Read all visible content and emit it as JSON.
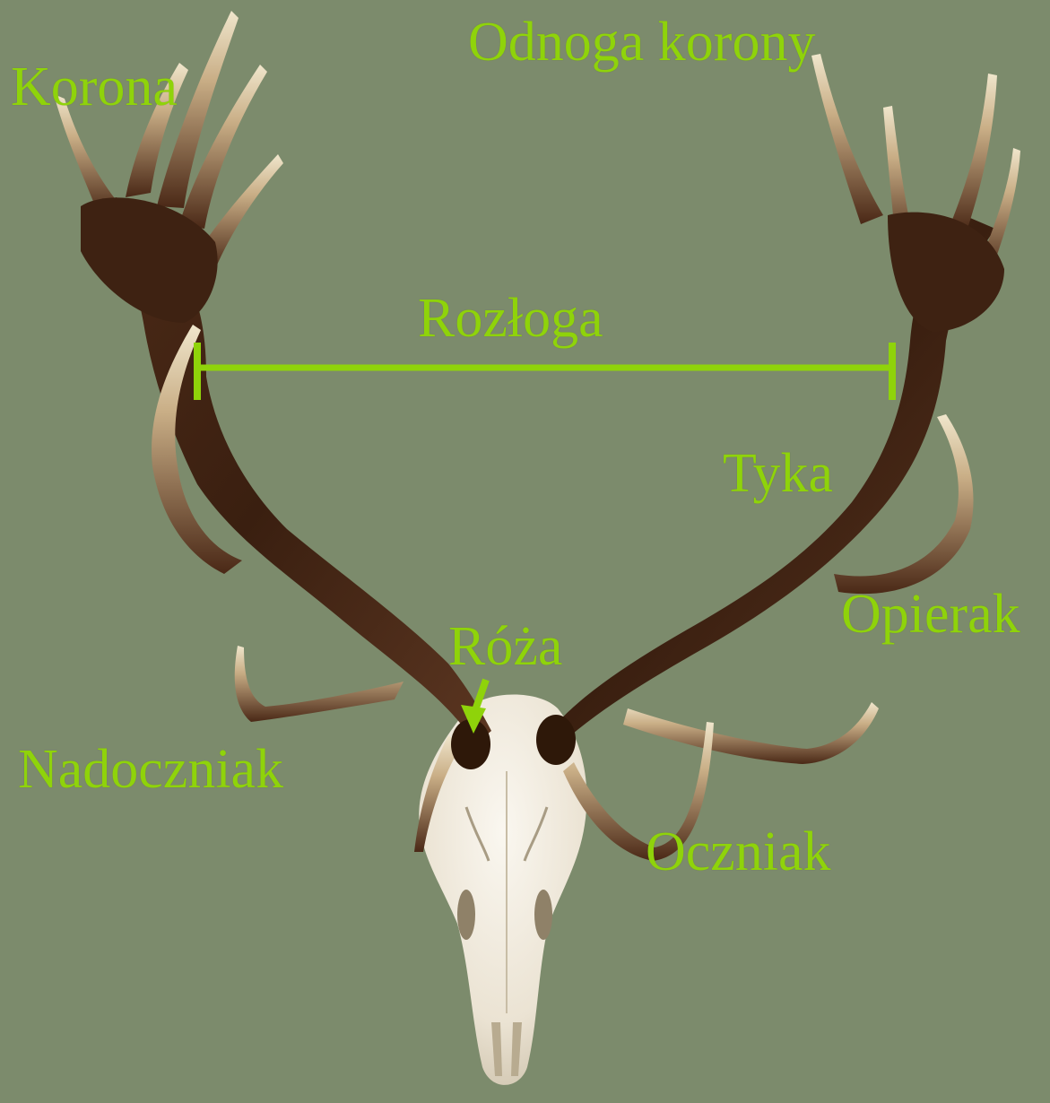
{
  "colors": {
    "background": "#7c8b6c",
    "label": "#8fd30a",
    "antler_dark": "#3b1f10",
    "antler_mid": "#5a3420",
    "tine_tip": "#e9dcc0",
    "skull": "#f1ece2"
  },
  "labels": {
    "korona": "Korona",
    "odnoga_korony": "Odnoga korony",
    "rozloga": "Rozłoga",
    "tyka": "Tyka",
    "opierak": "Opierak",
    "roza": "Róża",
    "nadoczniak": "Nadoczniak",
    "oczniak": "Oczniak"
  },
  "image": {
    "subject": "red deer antlers on skull"
  }
}
